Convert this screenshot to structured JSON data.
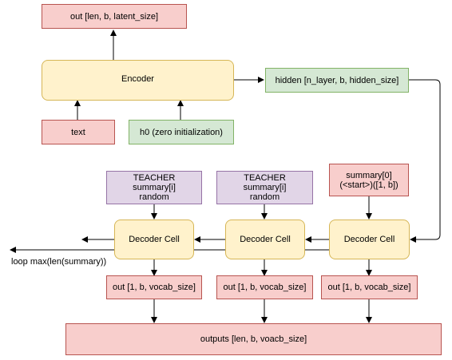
{
  "encoder_out": "out [len, b, latent_size]",
  "encoder": "Encoder",
  "text": "text",
  "h0": "h0 (zero initialization)",
  "hidden": "hidden [n_layer, b, hidden_size]",
  "teacher_1": [
    "TEACHER",
    "summary[i]",
    "random"
  ],
  "teacher_2": [
    "TEACHER",
    "summary[i]",
    "random"
  ],
  "start_token": [
    "summary[0]",
    "(<start>)([1, b])"
  ],
  "decoder_cell_1": "Decoder Cell",
  "decoder_cell_2": "Decoder Cell",
  "decoder_cell_3": "Decoder Cell",
  "loop_label": "loop max(len(summary))",
  "cell_out_1": "out [1, b, vocab_size]",
  "cell_out_2": "out [1, b, vocab_size]",
  "cell_out_3": "out [1, b, vocab_size]",
  "outputs": "outputs [len, b, voacb_size]"
}
